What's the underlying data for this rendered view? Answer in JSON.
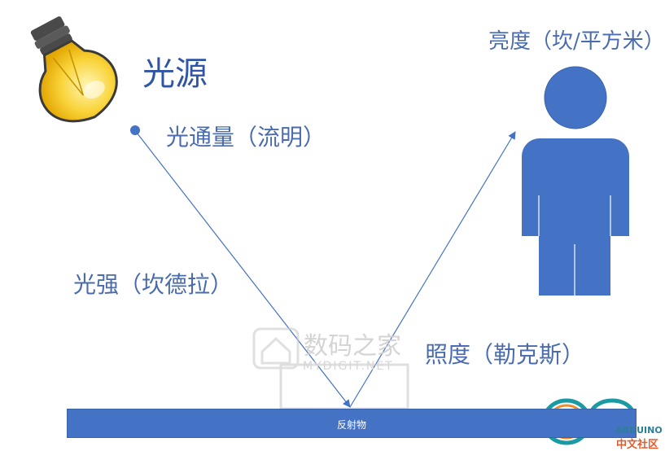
{
  "labels": {
    "light_source": "光源",
    "luminous_flux": "光通量（流明）",
    "luminous_intensity": "光强（坎德拉）",
    "illuminance": "照度（勒克斯）",
    "luminance": "亮度（坎/平方米）",
    "reflector": "反射物"
  },
  "watermark": {
    "title": "数码之家",
    "subtitle": "MYDIGIT.NET"
  },
  "logo": {
    "name": "ARDUINO",
    "subtitle": "中文社区"
  },
  "colors": {
    "accent": "#4472c4",
    "label_text": "#4a6cae",
    "bulb_yellow": "#f7c21c"
  }
}
